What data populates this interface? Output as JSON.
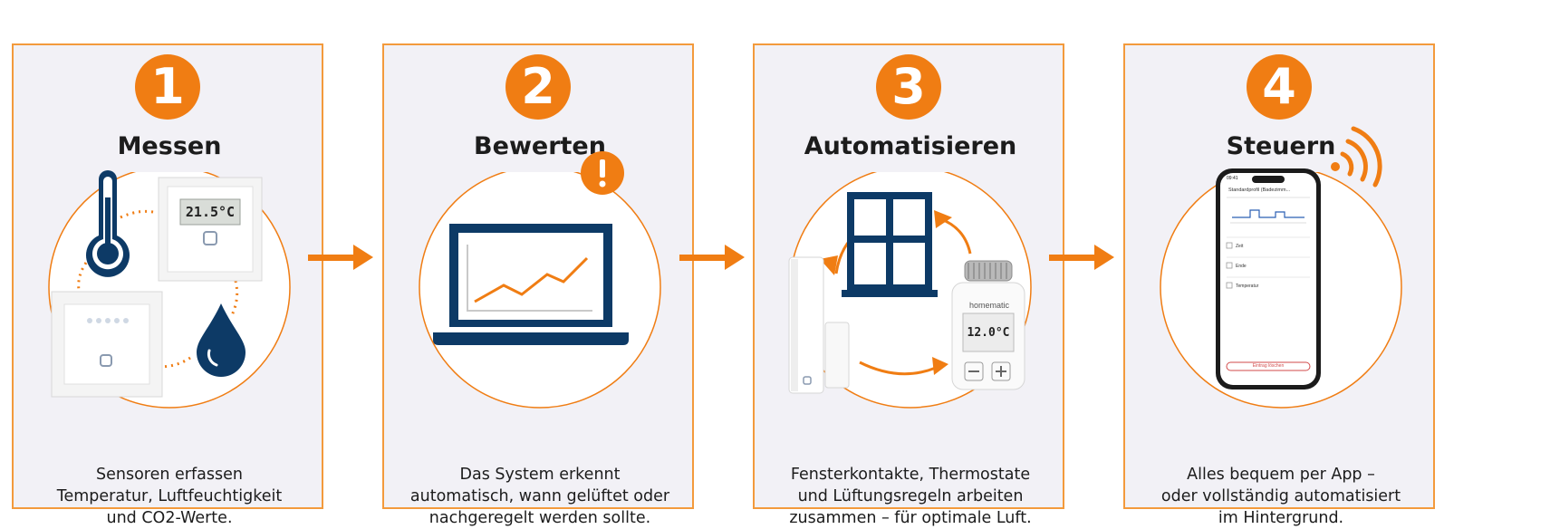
{
  "steps": [
    {
      "number": "1",
      "title": "Messen",
      "description": "Sensoren erfassen\nTemperatur, Luftfeuchtigkeit\nund CO2-Werte."
    },
    {
      "number": "2",
      "title": "Bewerten",
      "description": "Das System erkennt\nautomatisch, wann gelüftet oder\nnachgeregelt werden sollte."
    },
    {
      "number": "3",
      "title": "Automatisieren",
      "description": "Fensterkontakte, Thermostate\nund Lüftungsregeln arbeiten\nzusammen – für optimale Luft."
    },
    {
      "number": "4",
      "title": "Steuern",
      "description": "Alles bequem per App –\noder vollständig automatisiert\nim Hintergrund."
    }
  ],
  "devices": {
    "sensor_display": "21.5°C",
    "thermostat_display": "12.0°C",
    "thermostat_brand": "homematic",
    "phone_time": "09:41",
    "phone_header": "Standardprofil (Badezimm...",
    "phone_rows": [
      "Zeit",
      "Ende",
      "Temperatur"
    ],
    "phone_button": "Eintrag löschen"
  },
  "colors": {
    "accent": "#f07d13",
    "navy": "#0d3a66",
    "panel_bg": "#f2f1f6",
    "panel_border": "#f39a3c"
  }
}
